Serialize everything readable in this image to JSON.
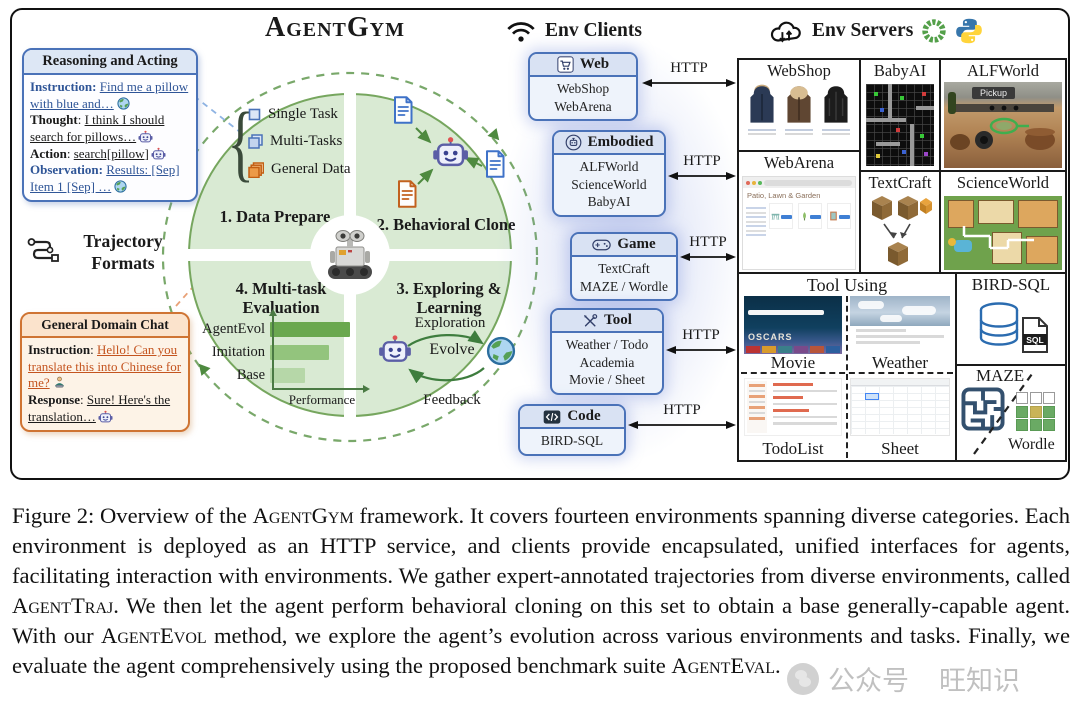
{
  "figure": {
    "title": "AgentGym",
    "colors": {
      "circle_fill": "#d9ead3",
      "circle_border": "#76a65e",
      "client_border": "#4a72b8",
      "client_header": "#d9e2f3",
      "orange_border": "#cf7433",
      "bar_dark": "#6aa84f",
      "bar_mid": "#93c47d",
      "bar_light": "#b6d7a8"
    }
  },
  "reasoning_box": {
    "title": "Reasoning and Acting",
    "lines": [
      {
        "label": "Instruction",
        "label_style": "blue",
        "text": "Find me a pillow with blue and…",
        "text_style": "blue",
        "icon": "globe"
      },
      {
        "label": "Thought",
        "label_style": "black",
        "text": "I think I should search for pillows…",
        "text_style": "black",
        "icon": "robot"
      },
      {
        "label": "Action",
        "label_style": "black",
        "text": "search[pillow]",
        "text_style": "black",
        "icon": "robot"
      },
      {
        "label": "Observation",
        "label_style": "blue",
        "text": "Results: [Sep] Item 1 [Sep] …",
        "text_style": "blue",
        "icon": "globe"
      }
    ]
  },
  "trajectory_formats": {
    "line1": "Trajectory",
    "line2": "Formats"
  },
  "chat_box": {
    "title": "General Domain Chat",
    "lines": [
      {
        "label": "Instruction",
        "text": "Hello! Can you translate this into Chinese for me?",
        "text_style": "orange",
        "icon": "person"
      },
      {
        "label": "Response",
        "text": "Sure! Here's the translation…",
        "text_style": "black",
        "icon": "robot"
      }
    ]
  },
  "circle": {
    "q1": {
      "label": "1. Data Prepare",
      "items": [
        {
          "icon": "single-task-icon",
          "label": "Single Task"
        },
        {
          "icon": "multi-tasks-icon",
          "label": "Multi-Tasks"
        },
        {
          "icon": "general-data-icon",
          "label": "General Data"
        }
      ]
    },
    "q2": {
      "label": "2. Behavioral Clone"
    },
    "q3": {
      "label_line1": "3. Exploring &",
      "label_line2": "Learning",
      "exploration": "Exploration",
      "evolve": "Evolve",
      "feedback": "Feedback"
    },
    "q4": {
      "label_line1": "4. Multi-task",
      "label_line2": "Evaluation"
    }
  },
  "chart_data": {
    "type": "bar",
    "orientation": "horizontal",
    "categories": [
      "AgentEvol",
      "Imitation",
      "Base"
    ],
    "values": [
      0.95,
      0.7,
      0.42
    ],
    "colors": [
      "#6aa84f",
      "#93c47d",
      "#b6d7a8"
    ],
    "title": "",
    "xlabel": "Performance",
    "ylabel": "",
    "xlim": [
      0,
      1
    ],
    "grid": false,
    "legend": false
  },
  "env_clients": {
    "header": "Env Clients",
    "http_label": "HTTP",
    "boxes": [
      {
        "name": "Web",
        "icon": "cart-icon",
        "lines": [
          "WebShop",
          "WebArena"
        ]
      },
      {
        "name": "Embodied",
        "icon": "embodied-robot-icon",
        "lines": [
          "ALFWorld",
          "ScienceWorld",
          "BabyAI"
        ]
      },
      {
        "name": "Game",
        "icon": "gamepad-icon",
        "lines": [
          "TextCraft",
          "MAZE / Wordle"
        ]
      },
      {
        "name": "Tool",
        "icon": "tools-icon",
        "lines": [
          "Weather / Todo",
          "Academia",
          "Movie / Sheet"
        ]
      },
      {
        "name": "Code",
        "icon": "code-icon",
        "lines": [
          "BIRD-SQL"
        ]
      }
    ]
  },
  "env_servers": {
    "header": "Env Servers",
    "cells": {
      "webshop": "WebShop",
      "babyai": "BabyAI",
      "alfworld": "ALFWorld",
      "webarena": "WebArena",
      "textcraft": "TextCraft",
      "scienceworld": "ScienceWorld",
      "tool_using": "Tool Using",
      "movie": "Movie",
      "weather": "Weather",
      "todolist": "TodoList",
      "sheet": "Sheet",
      "bird_sql": "BIRD-SQL",
      "maze": "MAZE",
      "wordle": "Wordle"
    },
    "alfworld_tag": "Pickup",
    "webarena_heading": "Patio, Lawn & Garden",
    "movie_logo": "OSCARS",
    "sql_icon_label": "SQL"
  },
  "caption": {
    "segments": [
      {
        "t": "Figure 2:  Overview of the "
      },
      {
        "t": "AgentGym",
        "sc": true
      },
      {
        "t": " framework. It covers fourteen environments spanning diverse categories. Each environment is deployed as an HTTP service, and clients provide encapsulated, unified interfaces for agents, facilitating interaction with environments. We gather expert-annotated trajectories from diverse environments, called "
      },
      {
        "t": "AgentTraj",
        "sc": true
      },
      {
        "t": ". We then let the agent perform behavioral cloning on this set to obtain a base generally-capable agent. With our "
      },
      {
        "t": "AgentEvol",
        "sc": true
      },
      {
        "t": " method, we explore the agent’s evolution across various environments and tasks. Finally, we evaluate the agent comprehensively using the proposed benchmark suite "
      },
      {
        "t": "AgentEval",
        "sc": true
      },
      {
        "t": "."
      }
    ]
  },
  "watermark": {
    "text1": "公众号",
    "text2": "旺知识"
  }
}
